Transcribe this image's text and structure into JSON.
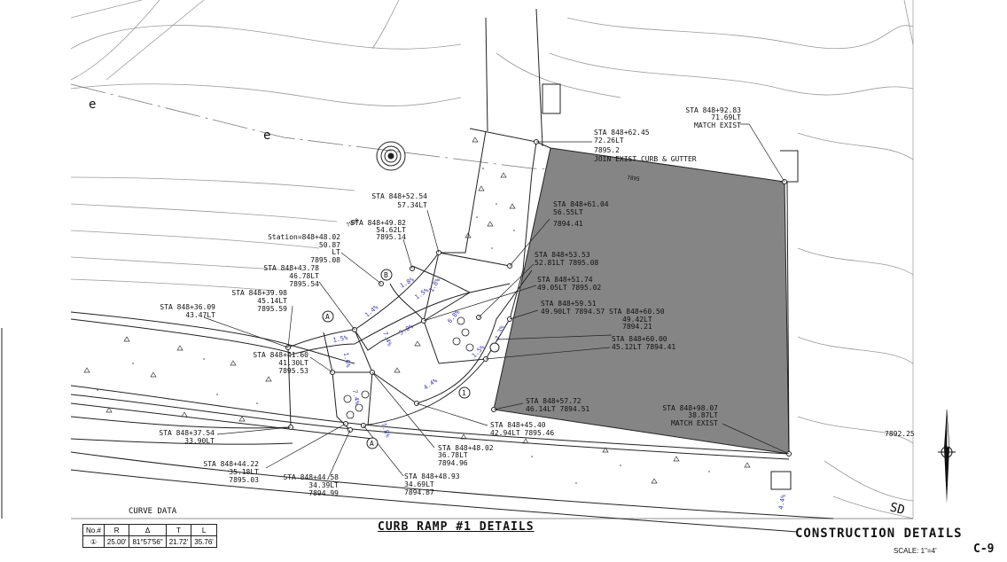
{
  "callouts": {
    "s1": [
      "STA 848+62.45",
      "72.26LT",
      "7895.2",
      "JOIN EXIST CURB & GUTTER"
    ],
    "s2": [
      "STA 848+92.83",
      "71.69LT",
      "MATCH EXIST"
    ],
    "s3": [
      "STA 848+52.54",
      "57.34LT"
    ],
    "s4": [
      "STA 848+49.82",
      "54.62LT",
      "7895.14"
    ],
    "s5": [
      "Station=848+48.02",
      "50.87",
      "LT",
      "7895.08"
    ],
    "s6": [
      "STA 848+43.78",
      "46.78LT",
      "7895.54"
    ],
    "s7": [
      "STA 848+39.98",
      "45.14LT",
      "7895.59"
    ],
    "s8": [
      "STA 848+36.09",
      "43.47LT"
    ],
    "s9": [
      "STA 848+41.60",
      "41.30LT",
      "7895.53"
    ],
    "s10": [
      "STA 848+61.04",
      "56.55LT",
      "7894.41"
    ],
    "s11": [
      "STA 848+53.53",
      "52.81LT 7895.08"
    ],
    "s12": [
      "STA 848+51.74",
      "49.05LT 7895.02"
    ],
    "s13": [
      "STA 848+59.51",
      "49.90LT 7894.57"
    ],
    "s14": [
      "STA 848+60.50",
      "49.42LT",
      "7894.21"
    ],
    "s15": [
      "STA 848+60.00",
      "45.12LT 7894.41"
    ],
    "s16": [
      "STA 848+57.72",
      "46.14LT 7894.51"
    ],
    "s17": [
      "STA 848+45.40",
      "42.94LT 7895.46"
    ],
    "s18": [
      "STA 848+48.02",
      "36.78LT",
      "7894.96"
    ],
    "s19": [
      "STA 848+48.93",
      "34.69LT",
      "7894.87"
    ],
    "s20": [
      "STA 848+44.58",
      "34.39LT",
      "7894.99"
    ],
    "s21": [
      "STA 848+44.22",
      "35.18LT",
      "7895.03"
    ],
    "s22": [
      "STA 848+37.54",
      "33.90LT"
    ],
    "s23": [
      "STA 848+98.07",
      "38.87LT",
      "MATCH EXIST"
    ]
  },
  "misc": {
    "elev_7892": "7892.25",
    "contour_7895": "7895",
    "contour_7900": "7900",
    "mark_a": "A",
    "mark_b": "B",
    "mark_1": "1",
    "sd_label": "SD",
    "utility_e": "e",
    "slopes": [
      "1.5%",
      "5.0%",
      "7.4%",
      "1.6%",
      "7.4%",
      "4.4%",
      "1.5%",
      "7.3%",
      "1.4%",
      "1.5%",
      "1.8%",
      "1.8%",
      "6.8%",
      "7.8%",
      "4.4%"
    ]
  },
  "curve_data": {
    "title": "CURVE DATA",
    "headers": [
      "No.#",
      "R",
      "Δ",
      "T",
      "L"
    ],
    "row": [
      "①",
      "25.00'",
      "81°57'56\"",
      "21.72'",
      "35.76'"
    ]
  },
  "titles": {
    "main": "CURB RAMP #1 DETAILS",
    "sheet": "CONSTRUCTION DETAILS",
    "scale": "SCALE:  1\"=4'",
    "sheet_number": "C-9"
  },
  "colors": {
    "pad_fill": "#858585",
    "line": "#222222",
    "slope_text": "#3a3ab0"
  }
}
